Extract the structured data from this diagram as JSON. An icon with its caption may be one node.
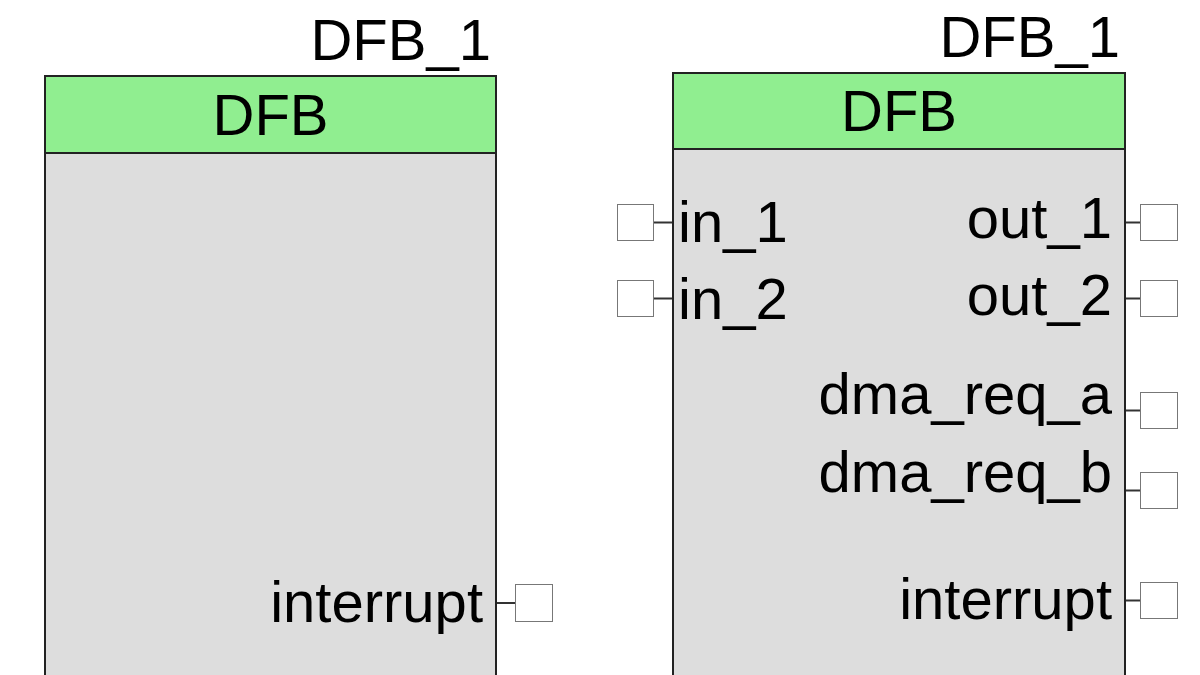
{
  "diagram": {
    "nodes": [
      {
        "text": [
          "DFB_1",
          "DFB"
        ]
      },
      {
        "text": [],
        "shape": "box"
      },
      {
        "text": [
          "DFB_1",
          "DFB"
        ]
      },
      {
        "text": [],
        "shape": "box"
      },
      {
        "text": [],
        "shape": "box"
      },
      {
        "text": [],
        "shape": "box"
      },
      {
        "text": [],
        "shape": "box"
      },
      {
        "text": [],
        "shape": "box"
      },
      {
        "text": [],
        "shape": "box"
      },
      {
        "text": [],
        "shape": "box"
      }
    ],
    "edges": [
      {
        "from": 1,
        "to": 0,
        "arrow": "none"
      },
      {
        "from": 3,
        "to": 2,
        "arrow": "none"
      },
      {
        "from": 4,
        "to": 2,
        "arrow": "none"
      },
      {
        "from": 5,
        "to": 2,
        "arrow": "none"
      },
      {
        "from": 6,
        "to": 2,
        "arrow": "none"
      },
      {
        "from": 7,
        "to": 2,
        "arrow": "none"
      },
      {
        "from": 8,
        "to": 2,
        "arrow": "none"
      },
      {
        "from": 9,
        "to": 2,
        "arrow": "none"
      }
    ],
    "labels": [
      "interrupt",
      "in_1",
      "out_1",
      "in_2",
      "out_2",
      "dma_req_a",
      "dma_req_b",
      "interrupt"
    ]
  }
}
